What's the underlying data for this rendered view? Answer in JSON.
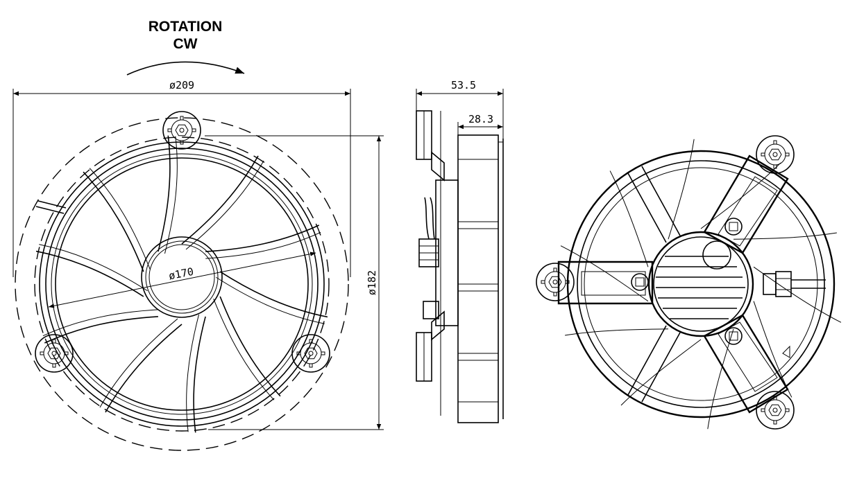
{
  "rotation": {
    "line1": "ROTATION",
    "line2": "CW"
  },
  "dimensions": {
    "outer_diameter": "ø209",
    "inner_diameter": "ø170",
    "height": "ø182",
    "depth_total": "53.5",
    "depth_frame": "28.3"
  },
  "views": [
    "front-view",
    "side-view",
    "rear-view"
  ],
  "colors": {
    "line": "#000000",
    "background": "#ffffff"
  }
}
